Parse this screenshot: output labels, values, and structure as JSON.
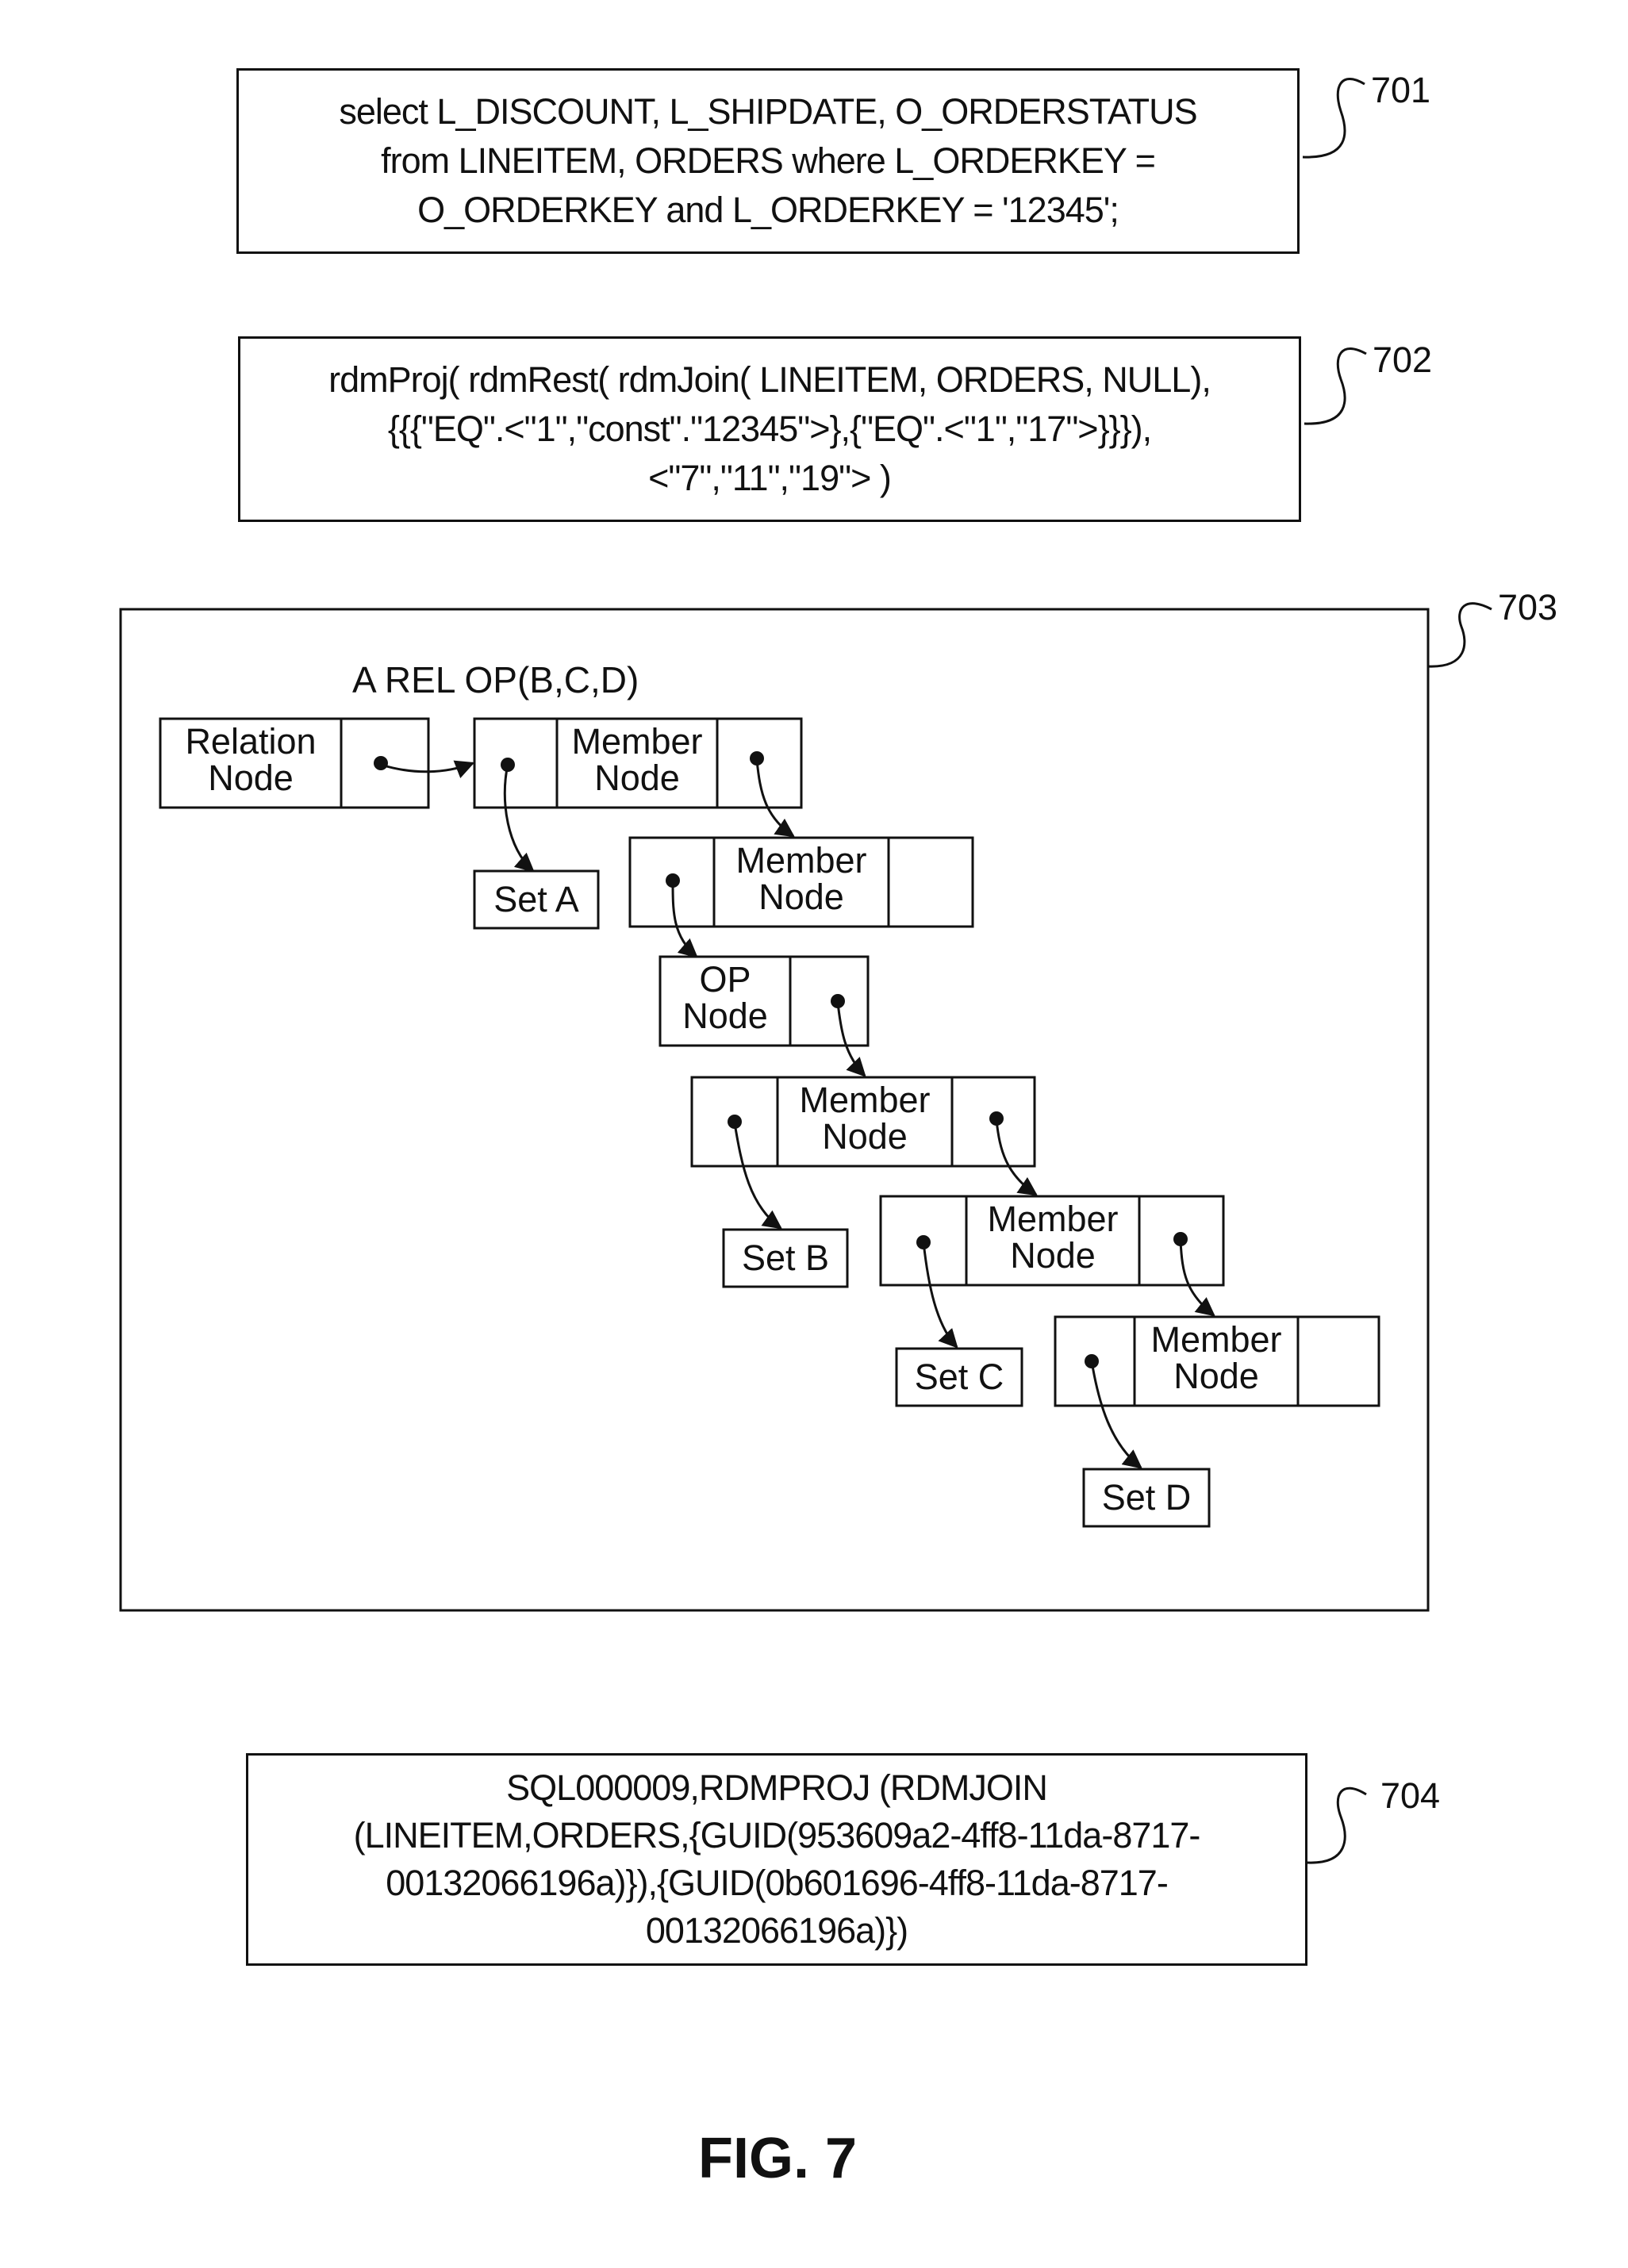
{
  "box701": {
    "ref": "701",
    "lines": [
      "select L_DISCOUNT, L_SHIPDATE, O_ORDERSTATUS",
      "from LINEITEM, ORDERS where L_ORDERKEY  =",
      "O_ORDERKEY and L_ORDERKEY = '12345';"
    ]
  },
  "box702": {
    "ref": "702",
    "lines": [
      "rdmProj( rdmRest( rdmJoin( LINEITEM, ORDERS, NULL),",
      "{{{\"EQ\".<\"1\",\"const\".\"12345\">},{\"EQ\".<\"1\",\"17\">}}}),",
      "<\"7\",\"11\",\"19\"> )"
    ]
  },
  "box703": {
    "ref": "703",
    "title": "A REL OP(B,C,D)",
    "relation_node": "Relation\nNode",
    "member_node": "Member\nNode",
    "op_node": "OP\nNode",
    "sets": [
      "Set A",
      "Set B",
      "Set C",
      "Set D"
    ]
  },
  "box704": {
    "ref": "704",
    "lines": [
      "SQL000009,RDMPROJ (RDMJOIN",
      "(LINEITEM,ORDERS,{GUID(953609a2-4ff8-11da-8717-",
      "00132066196a)}),{GUID(0b601696-4ff8-11da-8717-",
      "00132066196a)})"
    ]
  },
  "figure_label": "FIG. 7"
}
